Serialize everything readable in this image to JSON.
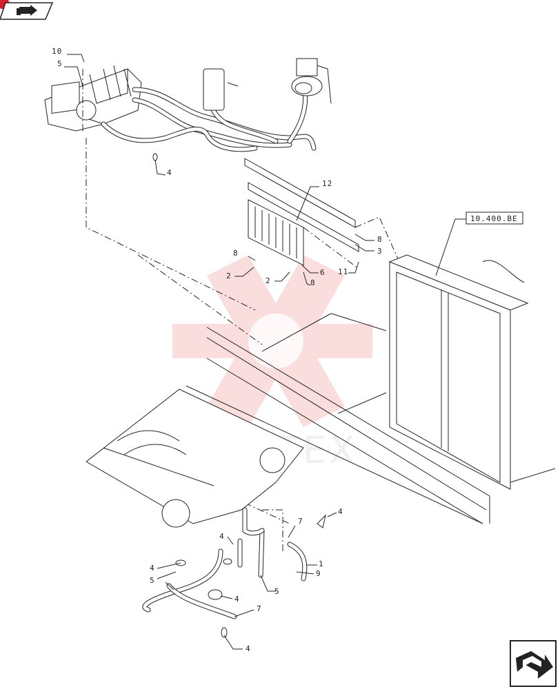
{
  "reference_box": {
    "text": "10.400.BE"
  },
  "watermark": {
    "text": "WHTEX"
  },
  "callouts": [
    {
      "id": "c10",
      "text": "10"
    },
    {
      "id": "c5a",
      "text": "5"
    },
    {
      "id": "c4a",
      "text": "4"
    },
    {
      "id": "c12",
      "text": "12"
    },
    {
      "id": "c8a",
      "text": "8"
    },
    {
      "id": "c3",
      "text": "3"
    },
    {
      "id": "c8b",
      "text": "8"
    },
    {
      "id": "c11",
      "text": "11"
    },
    {
      "id": "c2a",
      "text": "2"
    },
    {
      "id": "c2b",
      "text": "2"
    },
    {
      "id": "c6",
      "text": "6"
    },
    {
      "id": "c8c",
      "text": "8"
    },
    {
      "id": "c7a",
      "text": "7"
    },
    {
      "id": "c4b",
      "text": "4"
    },
    {
      "id": "c4c",
      "text": "4"
    },
    {
      "id": "c1",
      "text": "1"
    },
    {
      "id": "c9",
      "text": "9"
    },
    {
      "id": "c4d",
      "text": "4"
    },
    {
      "id": "c5b",
      "text": "5"
    },
    {
      "id": "c5c",
      "text": "5"
    },
    {
      "id": "c4e",
      "text": "4"
    },
    {
      "id": "c7b",
      "text": "7"
    },
    {
      "id": "c4f",
      "text": "4"
    }
  ],
  "icons": {
    "top_left": "nav-arrow-icon",
    "bottom_right": "next-page-arrow-icon"
  }
}
